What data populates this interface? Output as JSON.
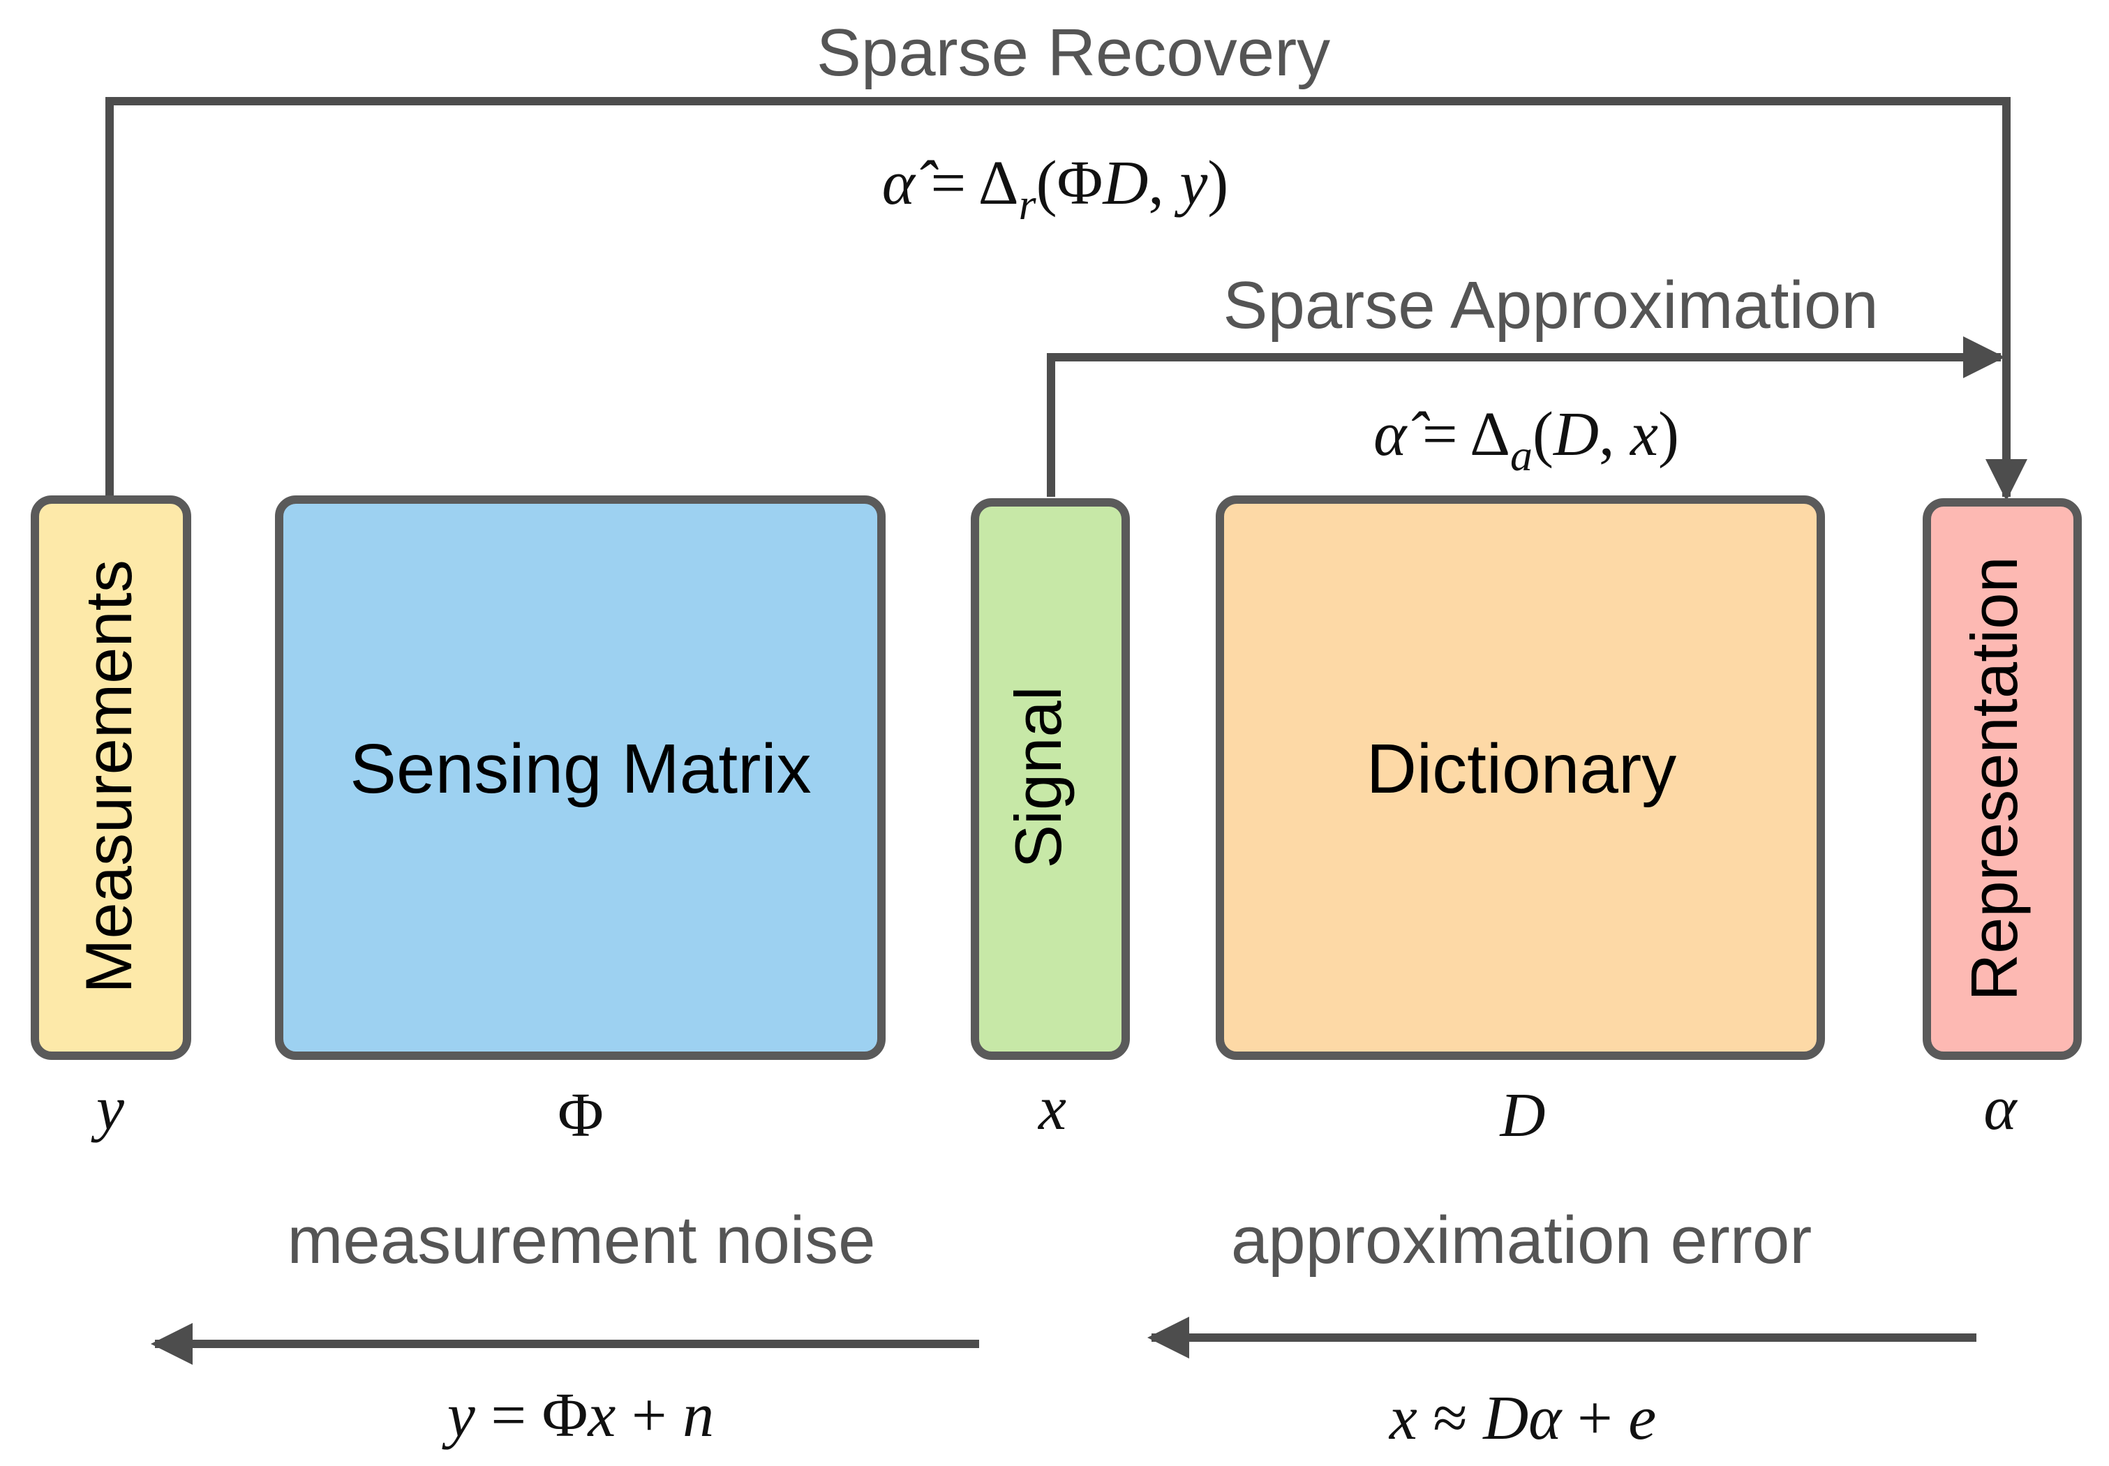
{
  "colors": {
    "measurements": "#fde9a9",
    "sensing_matrix": "#9dd1f1",
    "signal": "#c7e8a7",
    "dictionary": "#fdd9a6",
    "representation": "#fdb9b3",
    "stroke": "#5a5a5a",
    "arrow": "#4d4d4d",
    "label": "#555555"
  },
  "flows": {
    "recovery": {
      "title": "Sparse Recovery",
      "formula": "α̂ = Δ_r(ΦD, y)"
    },
    "approximation": {
      "title": "Sparse Approximation",
      "formula": "α̂ = Δ_a(D, x)"
    }
  },
  "blocks": {
    "measurements": {
      "label": "Measurements",
      "symbol": "y"
    },
    "sensing_matrix": {
      "label": "Sensing Matrix",
      "symbol": "Φ"
    },
    "signal": {
      "label": "Signal",
      "symbol": "x"
    },
    "dictionary": {
      "label": "Dictionary",
      "symbol": "D"
    },
    "representation": {
      "label": "Representation",
      "symbol": "α"
    }
  },
  "errors": {
    "noise": {
      "label": "measurement noise",
      "formula": "y = Φx + n"
    },
    "approx": {
      "label": "approximation error",
      "formula": "x ≈ Dα + e"
    }
  }
}
